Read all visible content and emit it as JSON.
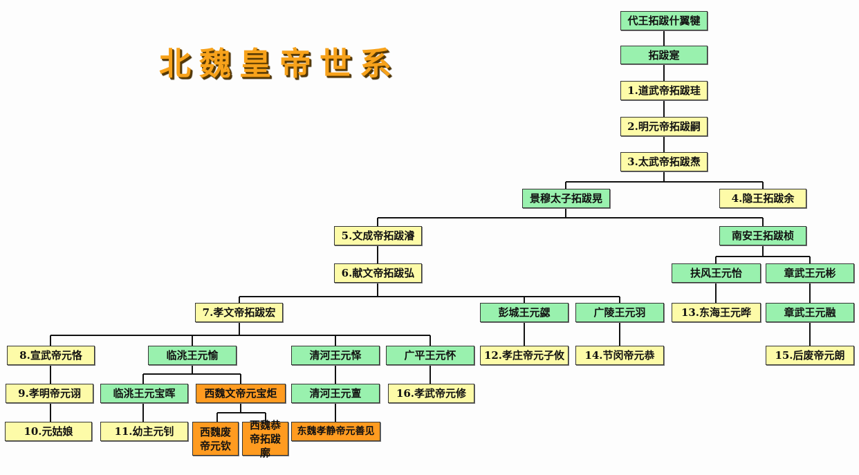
{
  "title": "北魏皇帝世系",
  "colors": {
    "ancestor_green": "#99f1ae",
    "emperor_yellow": "#fdfba8",
    "split_orange": "#ff9b20"
  },
  "nodes": {
    "n0": "代王拓跋什翼犍",
    "n1": "拓跋寔",
    "n2": "1.道武帝拓跋珪",
    "n3": "2.明元帝拓跋嗣",
    "n4": "3.太武帝拓跋焘",
    "n5": "景穆太子拓跋晃",
    "n6": "4.隐王拓跋余",
    "n7": "5.文成帝拓跋濬",
    "n8": "南安王拓跋桢",
    "n9": "6.献文帝拓跋弘",
    "n10": "扶风王元怡",
    "n11": "章武王元彬",
    "n12": "7.孝文帝拓跋宏",
    "n13": "彭城王元勰",
    "n14": "广陵王元羽",
    "n15": "13.东海王元晔",
    "n16": "章武王元融",
    "n17": "8.宣武帝元恪",
    "n18": "临洮王元愉",
    "n19": "清河王元怿",
    "n20": "广平王元怀",
    "n21": "12.孝庄帝元子攸",
    "n22": "14.节闵帝元恭",
    "n23": "15.后废帝元朗",
    "n24": "9.孝明帝元诩",
    "n25": "临洮王元宝晖",
    "n26": "西魏文帝元宝炬",
    "n27": "清河王元亶",
    "n28": "16.孝武帝元修",
    "n29": "10.元姑娘",
    "n30": "11.幼主元钊",
    "n31": "西魏废帝元钦",
    "n32": "西魏恭帝拓跋廓",
    "n33": "东魏孝静帝元善见"
  }
}
